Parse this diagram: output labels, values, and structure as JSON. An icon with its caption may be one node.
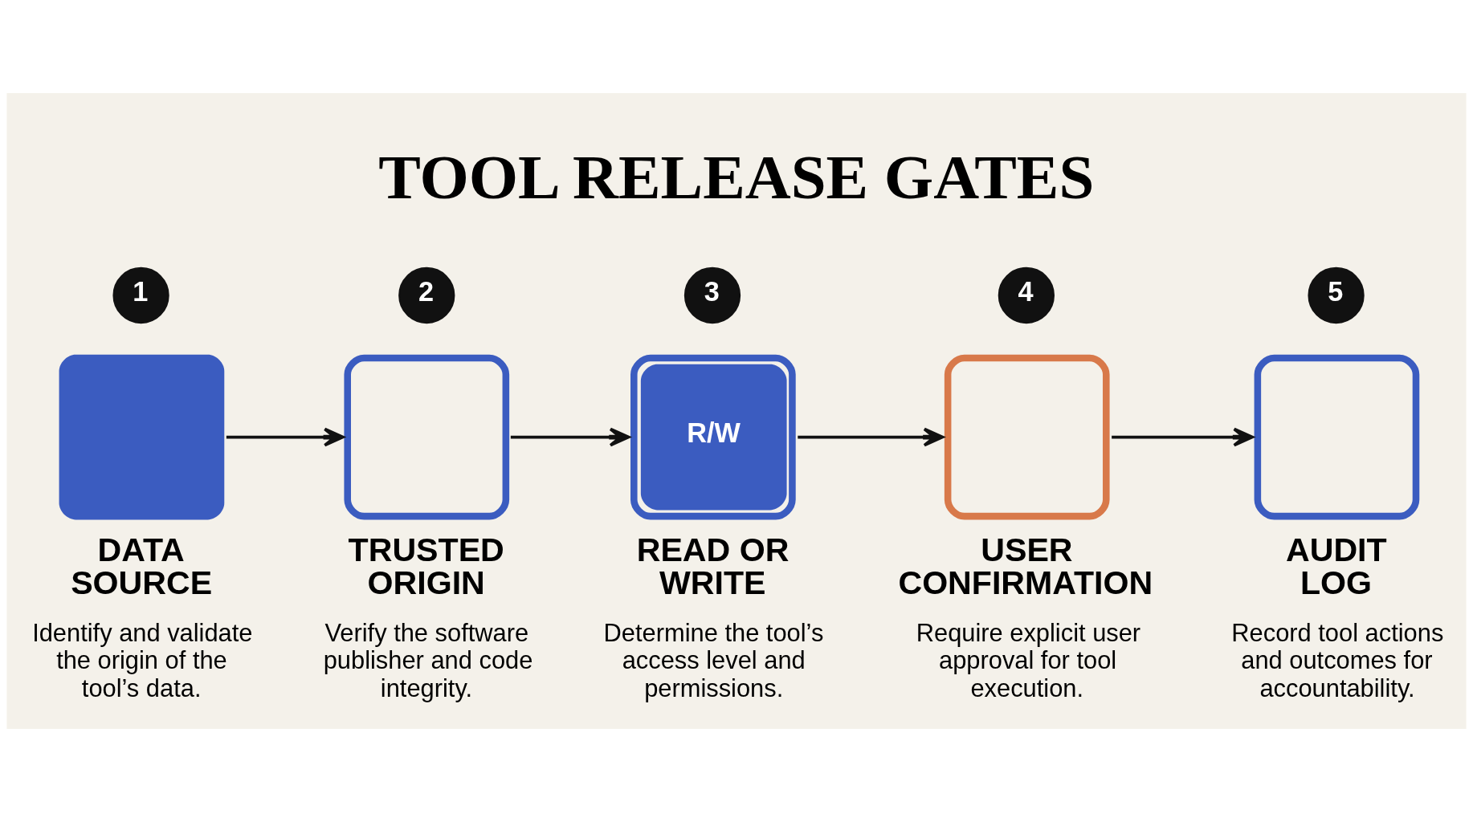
{
  "diagram": {
    "title": "TOOL RELEASE GATES",
    "nodes": [
      {
        "text": [
          "1"
        ]
      },
      {
        "text": [
          "DATA SOURCE",
          "Identify and validate the origin of the tool’s data."
        ]
      },
      {
        "text": [
          "2"
        ]
      },
      {
        "text": [
          "TRUSTED ORIGIN",
          "Verify the software publisher and code integrity."
        ]
      },
      {
        "text": [
          "3"
        ]
      },
      {
        "text": [
          "R/W",
          "READ OR WRITE",
          "Determine the tool’s access level and permissions."
        ]
      },
      {
        "text": [
          "4"
        ]
      },
      {
        "text": [
          "USER CONFIRMATION",
          "Require explicit user approval for tool execution."
        ]
      },
      {
        "text": [
          "5"
        ]
      },
      {
        "text": [
          "AUDIT LOG",
          "Record tool actions and outcomes for accountability."
        ]
      }
    ],
    "edges": [
      {
        "from": 1,
        "to": 3,
        "arrow": "to"
      },
      {
        "from": 3,
        "to": 5,
        "arrow": "to"
      },
      {
        "from": 5,
        "to": 7,
        "arrow": "to"
      },
      {
        "from": 7,
        "to": 9,
        "arrow": "to"
      }
    ]
  }
}
